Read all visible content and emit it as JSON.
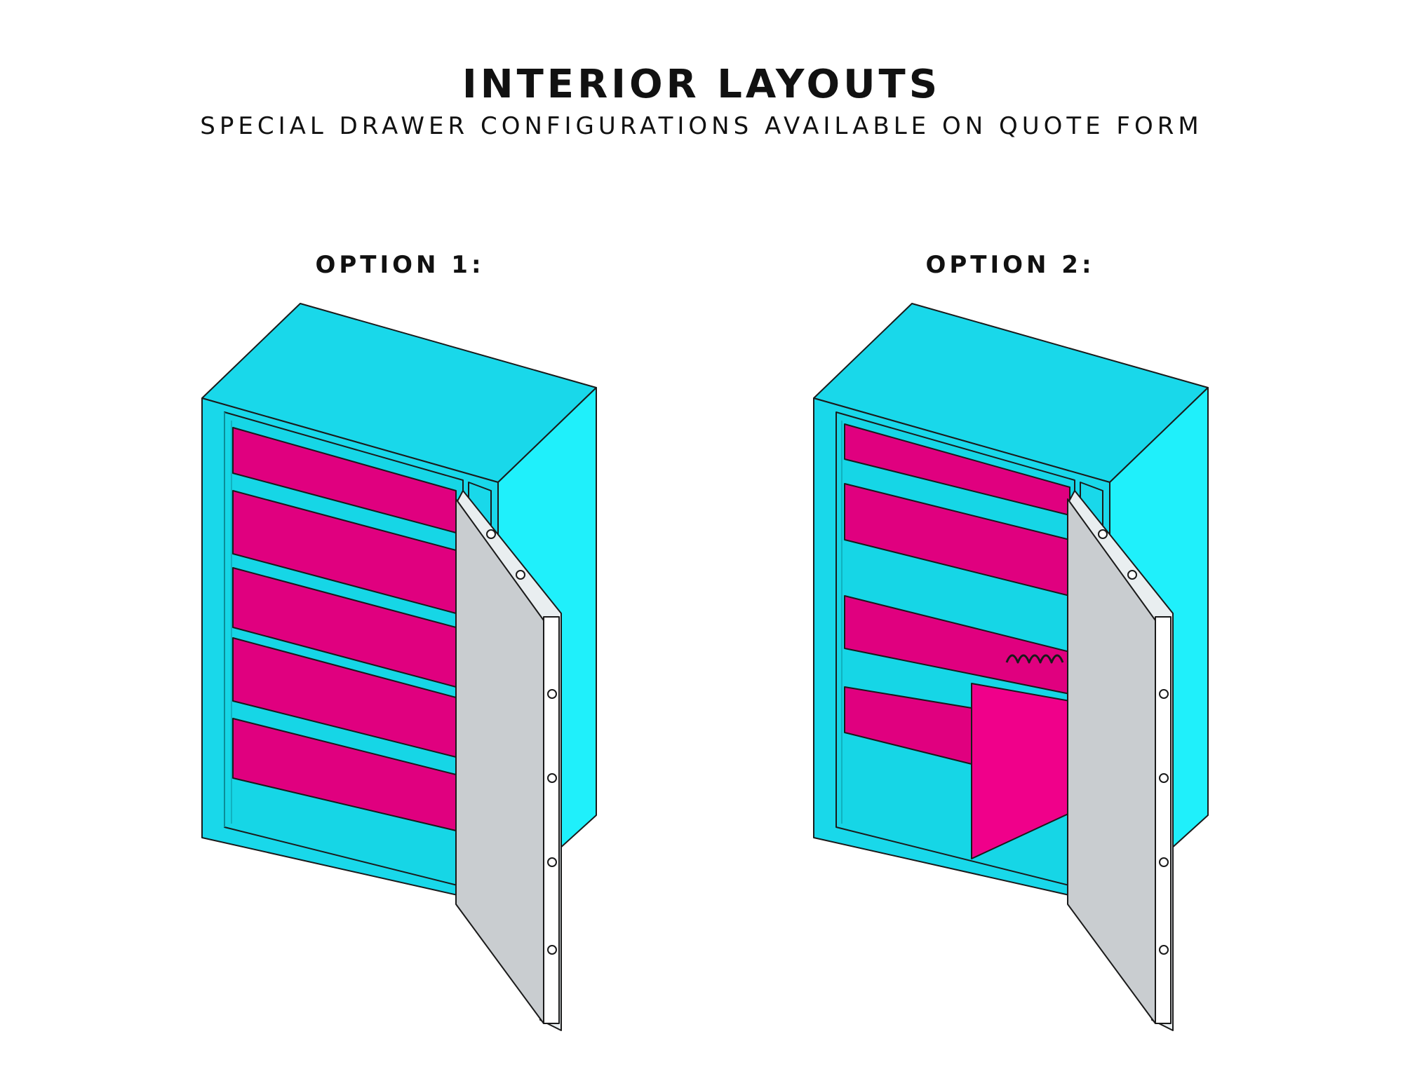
{
  "header": {
    "title": "INTERIOR LAYOUTS",
    "subtitle": "SPECIAL DRAWER CONFIGURATIONS AVAILABLE ON QUOTE FORM"
  },
  "options": [
    {
      "label": "OPTION 1:"
    },
    {
      "label": "OPTION 2:"
    }
  ],
  "colors": {
    "cabinet": "#19d8ea",
    "cabinet_side": "#1ff0fb",
    "shelf": "#e0007f",
    "door": "#c9cdd0",
    "outline": "#1a1a1a"
  }
}
